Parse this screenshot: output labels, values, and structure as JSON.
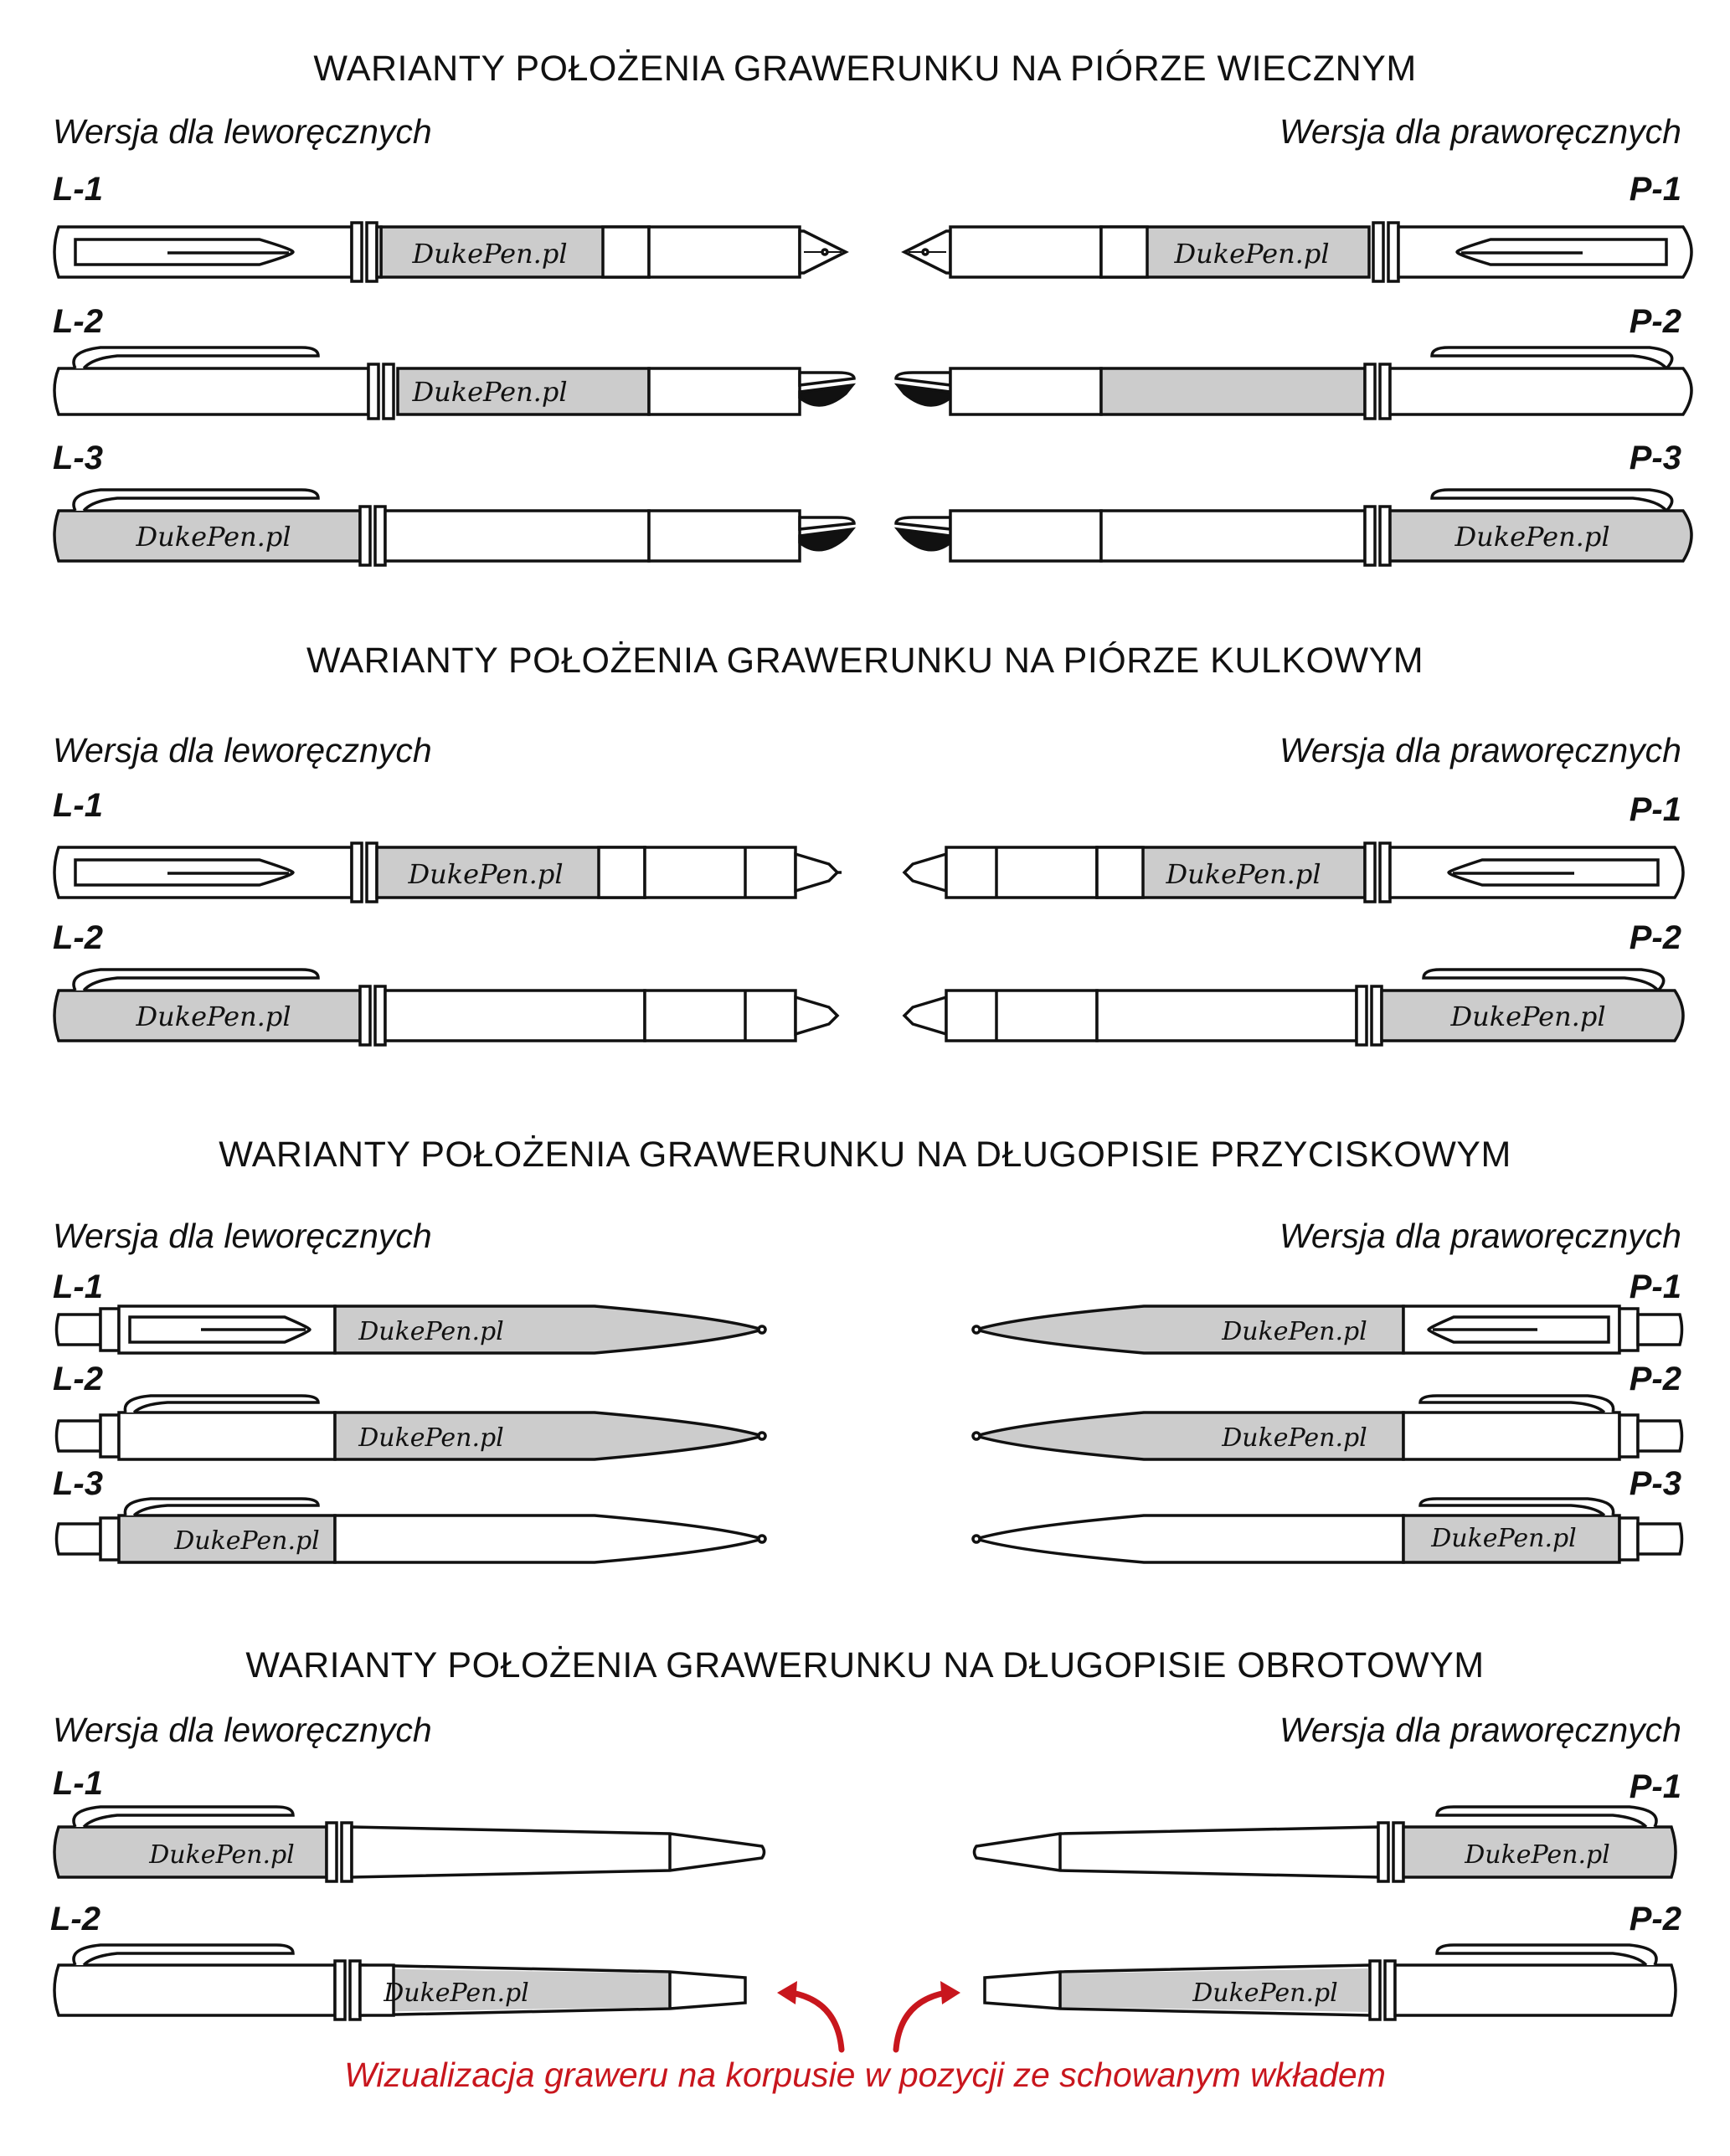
{
  "sections": [
    {
      "title": "WARIANTY POŁOŻENIA GRAWERUNKU NA PIÓRZE WIECZNYM",
      "left_label": "Wersja dla leworęcznych",
      "right_label": "Wersja dla praworęcznych",
      "variants": [
        {
          "id": "L-1",
          "side": "left",
          "engraving": "DukePen.pl",
          "engraved_part": "barrel"
        },
        {
          "id": "L-2",
          "side": "left",
          "engraving": "DukePen.pl",
          "engraved_part": "barrel"
        },
        {
          "id": "L-3",
          "side": "left",
          "engraving": "DukePen.pl",
          "engraved_part": "cap"
        },
        {
          "id": "P-1",
          "side": "right",
          "engraving": "DukePen.pl",
          "engraved_part": "barrel"
        },
        {
          "id": "P-2",
          "side": "right",
          "engraving": "",
          "engraved_part": "barrel"
        },
        {
          "id": "P-3",
          "side": "right",
          "engraving": "DukePen.pl",
          "engraved_part": "cap"
        }
      ]
    },
    {
      "title": "WARIANTY POŁOŻENIA GRAWERUNKU NA PIÓRZE KULKOWYM",
      "left_label": "Wersja dla leworęcznych",
      "right_label": "Wersja dla praworęcznych",
      "variants": [
        {
          "id": "L-1",
          "side": "left",
          "engraving": "DukePen.pl",
          "engraved_part": "barrel"
        },
        {
          "id": "L-2",
          "side": "left",
          "engraving": "DukePen.pl",
          "engraved_part": "cap"
        },
        {
          "id": "P-1",
          "side": "right",
          "engraving": "DukePen.pl",
          "engraved_part": "barrel"
        },
        {
          "id": "P-2",
          "side": "right",
          "engraving": "DukePen.pl",
          "engraved_part": "cap"
        }
      ]
    },
    {
      "title": "WARIANTY POŁOŻENIA GRAWERUNKU NA DŁUGOPISIE PRZYCISKOWYM",
      "left_label": "Wersja dla leworęcznych",
      "right_label": "Wersja dla praworęcznych",
      "variants": [
        {
          "id": "L-1",
          "side": "left",
          "engraving": "DukePen.pl",
          "engraved_part": "lower-body"
        },
        {
          "id": "L-2",
          "side": "left",
          "engraving": "DukePen.pl",
          "engraved_part": "lower-body"
        },
        {
          "id": "L-3",
          "side": "left",
          "engraving": "DukePen.pl",
          "engraved_part": "upper-body"
        },
        {
          "id": "P-1",
          "side": "right",
          "engraving": "DukePen.pl",
          "engraved_part": "lower-body"
        },
        {
          "id": "P-2",
          "side": "right",
          "engraving": "DukePen.pl",
          "engraved_part": "lower-body"
        },
        {
          "id": "P-3",
          "side": "right",
          "engraving": "DukePen.pl",
          "engraved_part": "upper-body"
        }
      ]
    },
    {
      "title": "WARIANTY POŁOŻENIA GRAWERUNKU NA DŁUGOPISIE OBROTOWYM",
      "left_label": "Wersja dla leworęcznych",
      "right_label": "Wersja dla praworęcznych",
      "variants": [
        {
          "id": "L-1",
          "side": "left",
          "engraving": "DukePen.pl",
          "engraved_part": "cap"
        },
        {
          "id": "L-2",
          "side": "left",
          "engraving": "DukePen.pl",
          "engraved_part": "lower-body"
        },
        {
          "id": "P-1",
          "side": "right",
          "engraving": "DukePen.pl",
          "engraved_part": "cap"
        },
        {
          "id": "P-2",
          "side": "right",
          "engraving": "DukePen.pl",
          "engraved_part": "lower-body"
        }
      ]
    }
  ],
  "footer_note": "Wizualizacja graweru na korpusie w pozycji ze schowanym wkładem",
  "colors": {
    "engraving_fill": "#cccccc",
    "outline": "#111111",
    "accent_red": "#c8161d"
  }
}
